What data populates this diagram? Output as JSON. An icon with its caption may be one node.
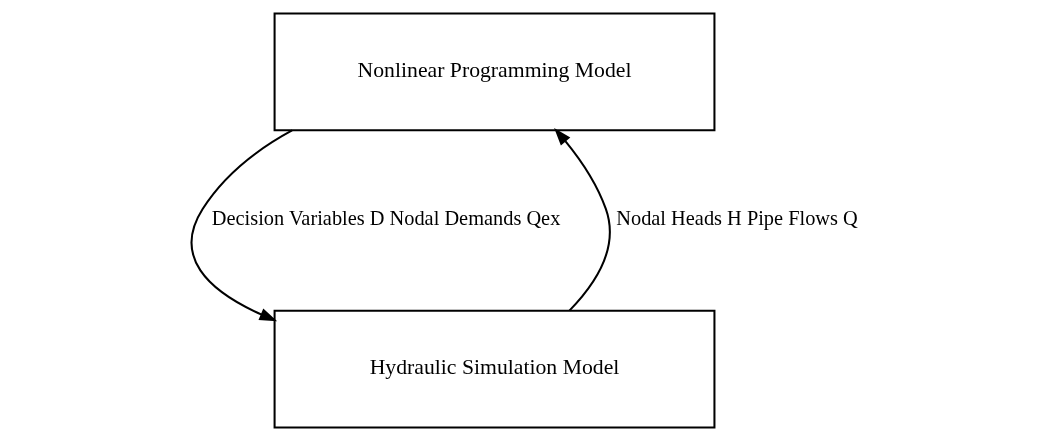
{
  "diagram": {
    "nodes": [
      {
        "text": [
          "Nonlinear Programming Model"
        ]
      },
      {
        "text": [
          "Hydraulic Simulation Model"
        ]
      }
    ],
    "edges": [
      {
        "from": 0,
        "to": 1,
        "arrow": "to",
        "label": "Decision Variables D Nodal Demands Qex"
      },
      {
        "from": 1,
        "to": 0,
        "arrow": "to",
        "label": "Nodal Heads H Pipe Flows Q"
      }
    ]
  }
}
